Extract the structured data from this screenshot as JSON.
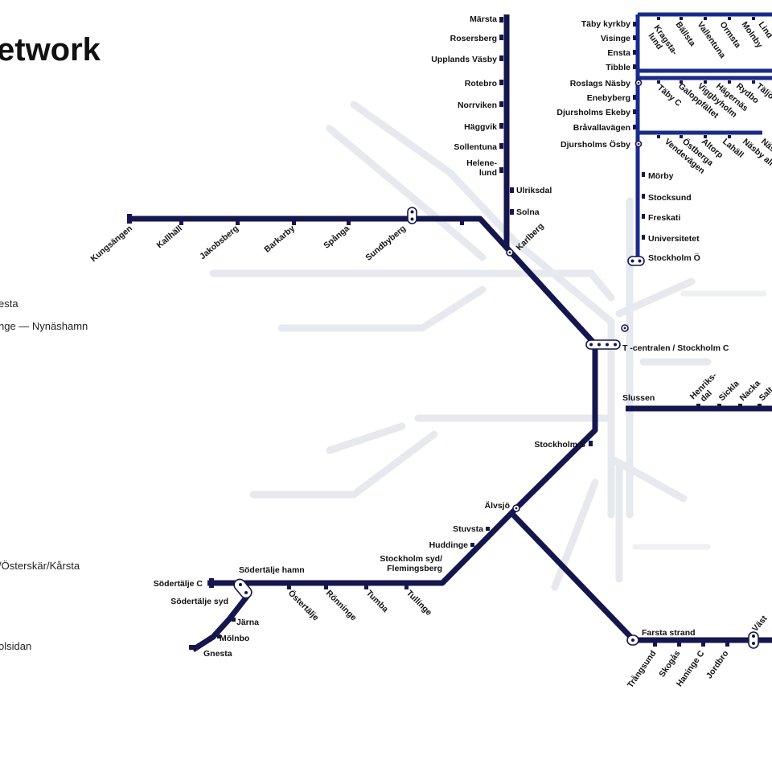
{
  "map": {
    "title": "etwork",
    "line_color": "#14164d",
    "roslagsbanan_color": "#1a2a8a",
    "legend": [
      "esta",
      "nge — Nynäshamn",
      "/Österskär/Kårsta",
      "olsidan"
    ],
    "stations": {
      "marsta": "Märsta",
      "rosersberg": "Rosersberg",
      "upplands_vasby": "Upplands Väsby",
      "rotebro": "Rotebro",
      "norrviken": "Norrviken",
      "haggvik": "Häggvik",
      "sollentuna": "Sollentuna",
      "helenelund_1": "Helene-",
      "helenelund_2": "lund",
      "ulriksdal": "Ulriksdal",
      "solna": "Solna",
      "karlberg": "Karlberg",
      "kungsangen": "Kungsängen",
      "kallhall": "Kallhäll",
      "jakobsberg": "Jakobsberg",
      "barkarby": "Barkarby",
      "spanga": "Spånga",
      "sundbyberg": "Sundbyberg",
      "tcentralen": "T -centralen / Stockholm C",
      "stockholm_s": "Stockholm S",
      "alvsjo": "Älvsjö",
      "stuvsta": "Stuvsta",
      "huddinge": "Huddinge",
      "flemingsberg_1": "Stockholm  syd/",
      "flemingsberg_2": "Flemingsberg",
      "tullinge": "Tullinge",
      "tumba": "Tumba",
      "ronninge": "Rönninge",
      "ostertalje": "Östertälje",
      "sodertalje_hamn": "Södertälje hamn",
      "sodertalje_c": "Södertälje C",
      "sodertalje_syd": "Södertälje syd",
      "jarna": "Järna",
      "molnbo": "Mölnbo",
      "gnesta": "Gnesta",
      "farsta_strand": "Farsta  strand",
      "trangsund": "Trångsund",
      "skogas": "Skogås",
      "haninge_c": "Haninge C",
      "jordbro": "Jordbro",
      "vasterhaninge": "Väst",
      "taby_kyrkby": "Täby kyrkby",
      "visinge": "Visinge",
      "ensta": "Ensta",
      "tibble": "Tibble",
      "roslags_nasby": "Roslags Näsby",
      "enebyberg": "Enebyberg",
      "djursholms_ekeby": "Djursholms Ekeby",
      "bravallavagen": "Bråvallavägen",
      "djursholms_osby": "Djursholms Ösby",
      "morby": "Mörby",
      "stocksund": "Stocksund",
      "freskati": "Freskati",
      "universitetet": "Universitetet",
      "stockholm_o": "Stockholm Ö",
      "kragstalund_1": "Kragsta-",
      "kragstalund_2": "lund",
      "balsta": "Bällsta",
      "vallentuna": "Vallentuna",
      "ormsta": "Ormsta",
      "molnby": "Molnby",
      "lind": "Lind",
      "taby_c": "Täby C",
      "galoppfaltet": "Galoppfältet",
      "viggbyholm": "Viggbyholm",
      "hagernas": "Hägernäs",
      "rydbo": "Rydbo",
      "taljo": "Täljö",
      "vendevagen": "Vendevägen",
      "osterga": "Östberga",
      "altorp": "Altorp",
      "lahall": "Lahäll",
      "nasby_allé": "Näsby all",
      "nasby_park": "Näs",
      "slussen": "Slussen",
      "henriksdal_1": "Henriks-",
      "henriksdal_2": "dal",
      "sickla": "Sickla",
      "nacka": "Nacka",
      "saltsjo": "Salt"
    }
  }
}
